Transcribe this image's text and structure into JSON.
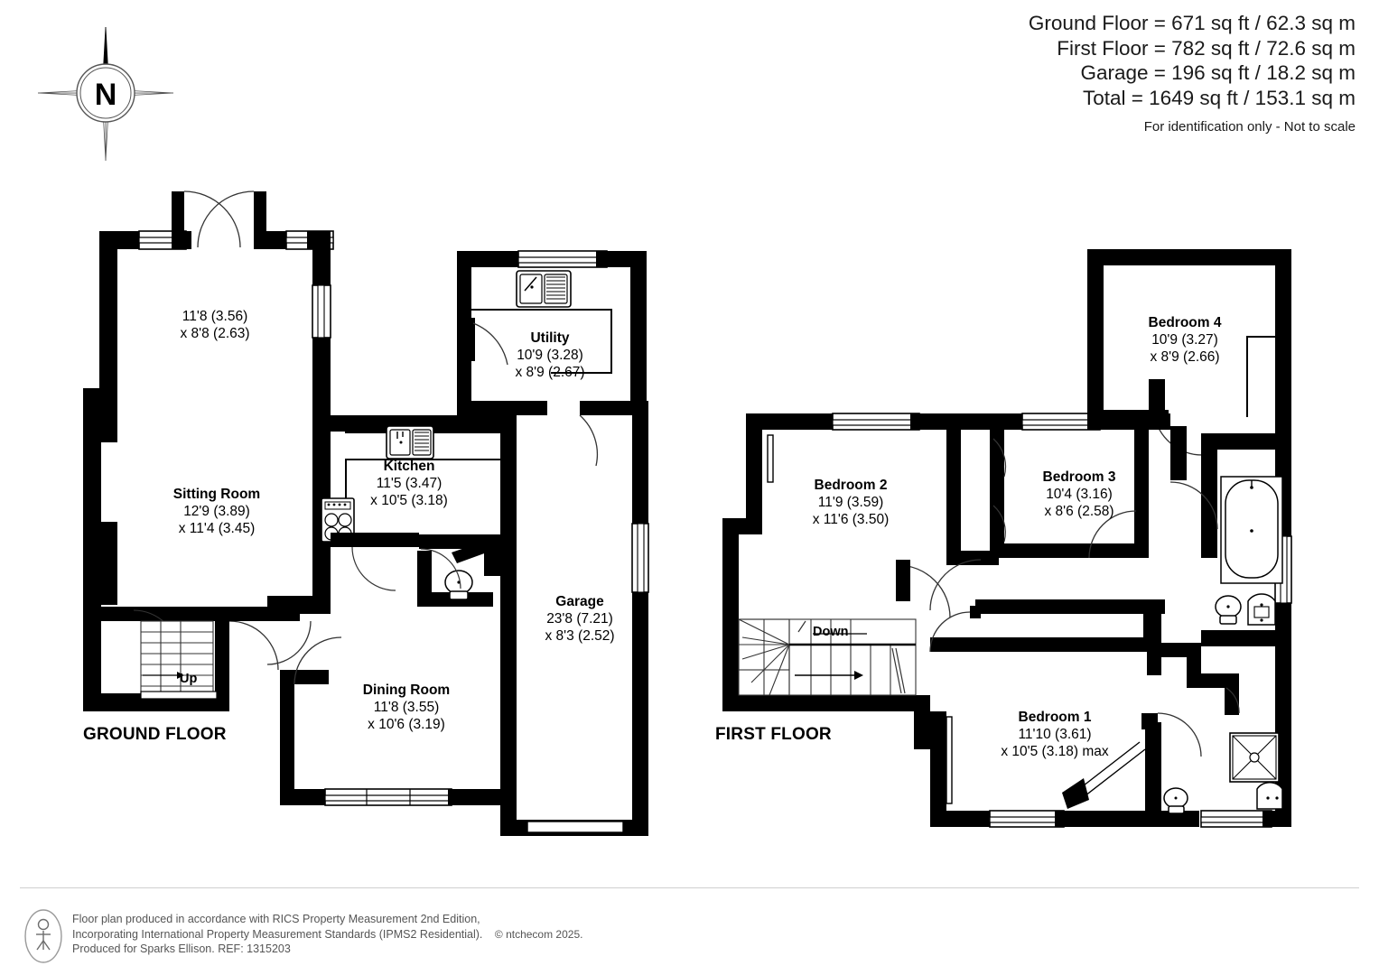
{
  "areas": {
    "lines": [
      "Ground Floor = 671 sq ft / 62.3 sq m",
      "First Floor = 782 sq ft / 72.6 sq m",
      "Garage = 196 sq ft / 18.2 sq m",
      "Total = 1649 sq ft / 153.1 sq m"
    ],
    "note": "For identification only - Not to scale"
  },
  "compass": {
    "label": "N"
  },
  "floors": [
    {
      "id": "ground",
      "label": "GROUND FLOOR"
    },
    {
      "id": "first",
      "label": "FIRST FLOOR"
    }
  ],
  "stairs": [
    {
      "id": "up",
      "label": "Up"
    },
    {
      "id": "down",
      "label": "Down"
    }
  ],
  "rooms": [
    {
      "id": "sitting-room-bay",
      "name": "",
      "dim1": "11'8 (3.56)",
      "dim2": "x 8'8 (2.63)"
    },
    {
      "id": "sitting-room",
      "name": "Sitting Room",
      "dim1": "12'9 (3.89)",
      "dim2": "x 11'4 (3.45)"
    },
    {
      "id": "kitchen",
      "name": "Kitchen",
      "dim1": "11'5 (3.47)",
      "dim2": "x 10'5 (3.18)"
    },
    {
      "id": "utility",
      "name": "Utility",
      "dim1": "10'9 (3.28)",
      "dim2": "x 8'9 (2.67)"
    },
    {
      "id": "garage",
      "name": "Garage",
      "dim1": "23'8 (7.21)",
      "dim2": "x 8'3 (2.52)"
    },
    {
      "id": "dining-room",
      "name": "Dining Room",
      "dim1": "11'8 (3.55)",
      "dim2": "x 10'6 (3.19)"
    },
    {
      "id": "bedroom-2",
      "name": "Bedroom 2",
      "dim1": "11'9 (3.59)",
      "dim2": "x 11'6 (3.50)"
    },
    {
      "id": "bedroom-3",
      "name": "Bedroom 3",
      "dim1": "10'4 (3.16)",
      "dim2": "x 8'6 (2.58)"
    },
    {
      "id": "bedroom-4",
      "name": "Bedroom 4",
      "dim1": "10'9 (3.27)",
      "dim2": "x 8'9 (2.66)"
    },
    {
      "id": "bedroom-1",
      "name": "Bedroom 1",
      "dim1": "11'10 (3.61)",
      "dim2": "x 10'5 (3.18) max"
    }
  ],
  "footer": {
    "line1": "Floor plan produced in accordance with RICS Property Measurement 2nd Edition,",
    "line2a": "Incorporating International Property Measurement Standards (IPMS2 Residential).",
    "line2b": "© ntchecom 2025.",
    "line3": "Produced for Sparks Ellison.   REF: 1315203"
  },
  "colors": {
    "wall": "#000000",
    "fixture_stroke": "#000000",
    "background": "#ffffff",
    "footer_text": "#555555"
  }
}
